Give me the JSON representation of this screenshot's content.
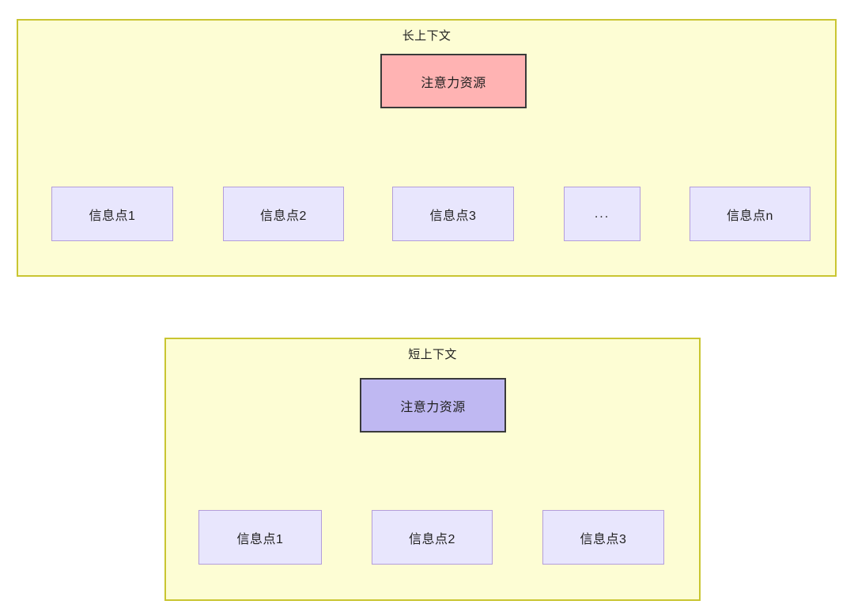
{
  "diagram": {
    "title_long": "长上下文",
    "title_short": "短上下文",
    "hub_label": "注意力资源",
    "colors": {
      "group_fill": "#fdfdd4",
      "group_border": "#c9c531",
      "hub_long_fill": "#ffb3b3",
      "hub_short_fill": "#bfb8f2",
      "hub_border": "#3a3a3a",
      "leaf_fill": "#e8e6fd",
      "leaf_border": "#b39ddb",
      "edge": "#333333",
      "text": "#1f1f1f"
    }
  },
  "long_context": {
    "title": "长上下文",
    "hub": {
      "label": "注意力资源"
    },
    "leaves": [
      {
        "label": "信息点1"
      },
      {
        "label": "信息点2"
      },
      {
        "label": "信息点3"
      },
      {
        "label": "..."
      },
      {
        "label": "信息点n"
      }
    ]
  },
  "short_context": {
    "title": "短上下文",
    "hub": {
      "label": "注意力资源"
    },
    "leaves": [
      {
        "label": "信息点1"
      },
      {
        "label": "信息点2"
      },
      {
        "label": "信息点3"
      }
    ]
  }
}
